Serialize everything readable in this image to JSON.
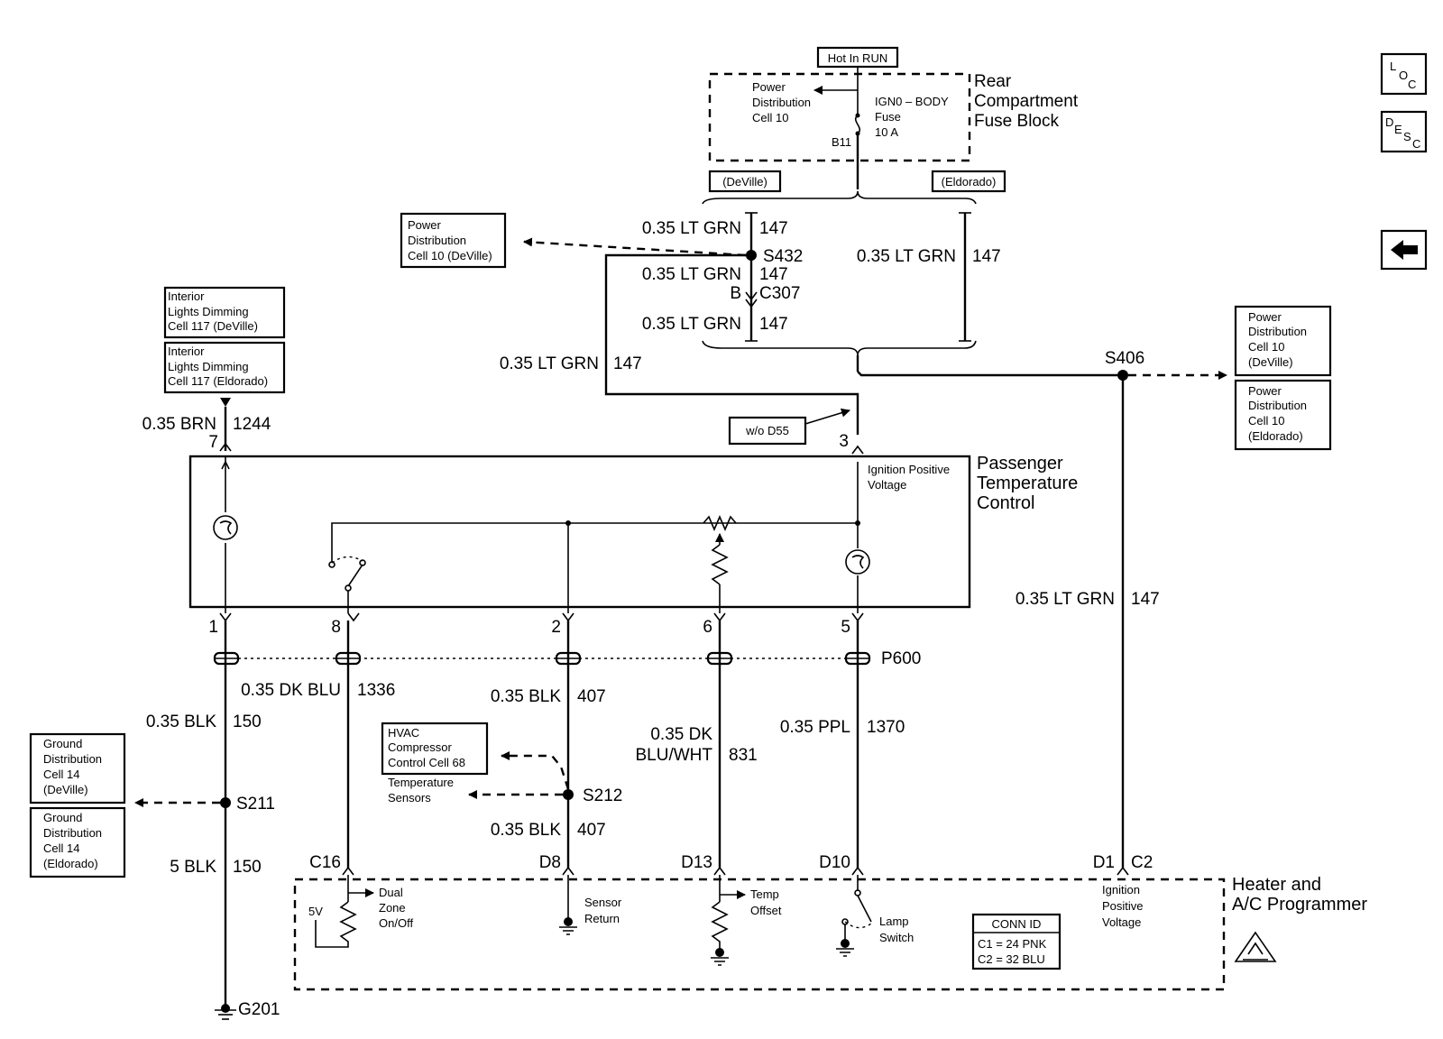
{
  "fuse_block": {
    "title_lines": [
      "Rear",
      "Compartment",
      "Fuse Block"
    ],
    "hot_label": "Hot In RUN",
    "power_dist_lines": [
      "Power",
      "Distribution",
      "Cell 10"
    ],
    "fuse_lines": [
      "IGN0 – BODY",
      "Fuse",
      "10 A"
    ],
    "pin": "B11",
    "deville_tag": "(DeVille)",
    "eldorado_tag": "(Eldorado)"
  },
  "wires": {
    "w147_top": "0.35 LT GRN",
    "n147_top": "147",
    "w147_mid": "0.35 LT GRN",
    "n147_mid": "147",
    "w147_low": "0.35 LT GRN",
    "n147_low": "147",
    "w147_right": "0.35 LT GRN",
    "n147_right": "147",
    "w147_left": "0.35 LT GRN",
    "n147_left": "147",
    "w147_d1": "0.35 LT GRN",
    "n147_d1": "147",
    "w1244": "0.35 BRN",
    "n1244": "1244",
    "w1336": "0.35 DK BLU",
    "n1336": "1336",
    "w150a": "0.35 BLK",
    "n150a": "150",
    "w150b": "5 BLK",
    "n150b": "150",
    "w407a": "0.35 BLK",
    "n407a": "407",
    "w407b": "0.35 BLK",
    "n407b": "407",
    "w831_l1": "0.35 DK",
    "w831_l2": "BLU/WHT",
    "n831": "831",
    "w1370": "0.35 PPL",
    "n1370": "1370"
  },
  "splices": {
    "s432": "S432",
    "c307_pin": "B",
    "c307": "C307",
    "s406": "S406",
    "s211": "S211",
    "s212": "S212",
    "p600": "P600",
    "g201": "G201"
  },
  "refs": {
    "pd_deville_lines": [
      "Power",
      "Distribution",
      "Cell 10 (DeVille)"
    ],
    "pd_right1_lines": [
      "Power",
      "Distribution",
      "Cell 10",
      "(DeVille)"
    ],
    "pd_right2_lines": [
      "Power",
      "Distribution",
      "Cell 10",
      "(Eldorado)"
    ],
    "ild_deville_lines": [
      "Interior",
      "Lights Dimming",
      "Cell 117 (DeVille)"
    ],
    "ild_eldorado_lines": [
      "Interior",
      "Lights Dimming",
      "Cell 117 (Eldorado)"
    ],
    "gd_deville_lines": [
      "Ground",
      "Distribution",
      "Cell 14",
      "(DeVille)"
    ],
    "gd_eldorado_lines": [
      "Ground",
      "Distribution",
      "Cell 14",
      "(Eldorado)"
    ],
    "hvac_lines": [
      "HVAC",
      "Compressor",
      "Control  Cell 68"
    ],
    "wo_d55": "w/o D55"
  },
  "ptc": {
    "title_lines": [
      "Passenger",
      "Temperature",
      "Control"
    ],
    "ign_lines": [
      "Ignition Positive",
      "Voltage"
    ],
    "pins": {
      "p7": "7",
      "p3": "3",
      "p1": "1",
      "p8": "8",
      "p2": "2",
      "p6": "6",
      "p5": "5"
    }
  },
  "programmer": {
    "title_lines": [
      "Heater and",
      "A/C Programmer"
    ],
    "pins": {
      "c16": "C16",
      "d8": "D8",
      "d13": "D13",
      "d10": "D10",
      "d1": "D1",
      "c2": "C2"
    },
    "v5": "5V",
    "dual_zone_lines": [
      "Dual",
      "Zone",
      "On/Off"
    ],
    "sensor_return_lines": [
      "Sensor",
      "Return"
    ],
    "temp_offset_lines": [
      "Temp",
      "Offset"
    ],
    "lamp_switch_lines": [
      "Lamp",
      "Switch"
    ],
    "ign_lines": [
      "Ignition",
      "Positive",
      "Voltage"
    ],
    "conn_id": {
      "title": "CONN ID",
      "c1": "C1 = 24 PNK",
      "c2": "C2 = 32 BLU"
    }
  },
  "temp_sensors_lines": [
    "Temperature",
    "Sensors"
  ],
  "nav": {
    "loc": [
      "L",
      "O",
      "C"
    ],
    "desc": [
      "D",
      "E",
      "S",
      "C"
    ]
  },
  "icons": {
    "back": "left-arrow-icon",
    "esd": "esd-warning-icon"
  }
}
